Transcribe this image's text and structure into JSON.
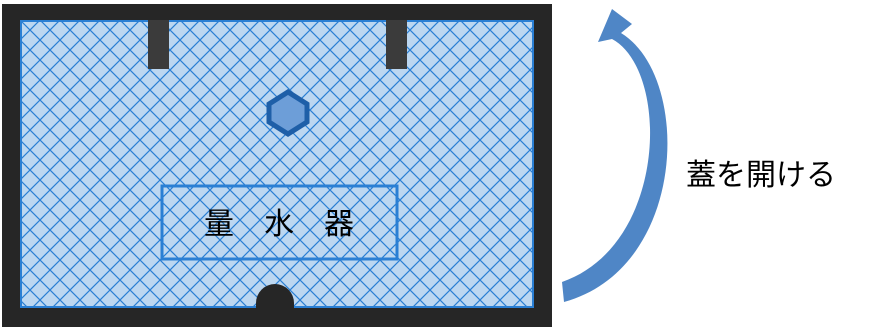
{
  "meter_label": "量　水　器",
  "action_label": "蓋を開ける",
  "colors": {
    "frame": "#262626",
    "lid_fill": "#bcd7f1",
    "lid_mesh": "#2a7fd4",
    "lid_border": "#2a7fd4",
    "arrow_fill": "#4f86c6",
    "hex_fill": "#6d9ed8",
    "hex_stroke": "#1e5fa8",
    "text": "#000000"
  },
  "icons": {
    "meter_box": "meter-box-diagram",
    "arrow": "curved-arrow-icon",
    "hex": "hexagon-icon"
  }
}
